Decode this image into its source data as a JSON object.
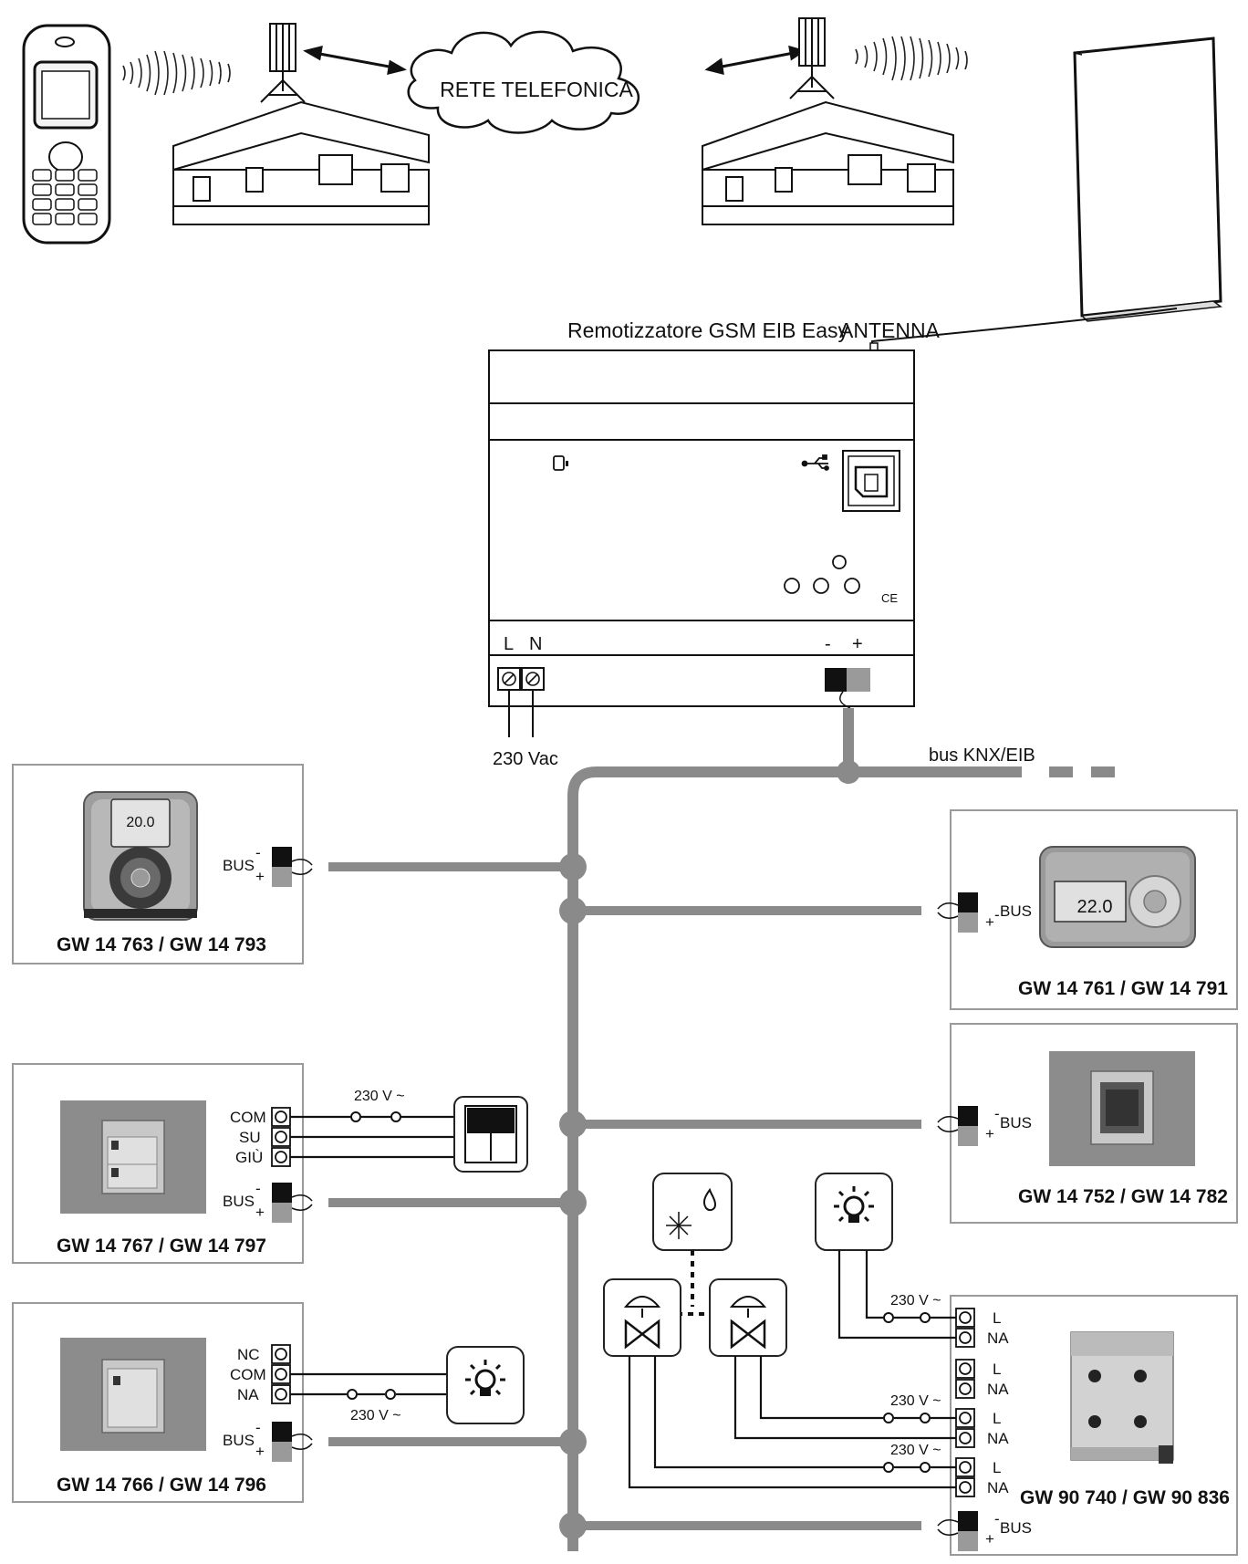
{
  "network": {
    "cloud_label": "RETE TELEFONICA"
  },
  "gateway": {
    "title": "Remotizzatore GSM EIB Easy",
    "antenna_label": "ANTENNA",
    "terminal_l": "L",
    "terminal_n": "N",
    "bus_minus": "-",
    "bus_plus": "+",
    "supply_label": "230 Vac",
    "ce_mark": "CE"
  },
  "bus_line": {
    "label": "bus KNX/EIB"
  },
  "devices": {
    "left_1": {
      "model": "GW 14 763 / GW 14 793",
      "bus_label": "BUS",
      "minus": "-",
      "plus": "+",
      "display": "20.0"
    },
    "left_2": {
      "model": "GW 14 767 / GW 14 797",
      "bus_label": "BUS",
      "minus": "-",
      "plus": "+",
      "terminals": [
        "COM",
        "SU",
        "GIÙ"
      ],
      "voltage": "230 V ~"
    },
    "left_3": {
      "model": "GW 14 766 / GW 14 796",
      "bus_label": "BUS",
      "minus": "-",
      "plus": "+",
      "terminals": [
        "NC",
        "COM",
        "NA"
      ],
      "voltage": "230 V ~"
    },
    "right_1": {
      "model": "GW 14 761 / GW 14 791",
      "bus_label": "BUS",
      "minus": "-",
      "plus": "+",
      "display": "22.0"
    },
    "right_2": {
      "model": "GW 14 752 / GW 14 782",
      "bus_label": "BUS",
      "minus": "-",
      "plus": "+"
    },
    "actuator": {
      "model": "GW 90 740 / GW 90 836",
      "bus_label": "BUS",
      "minus": "-",
      "plus": "+",
      "channels": [
        {
          "l": "L",
          "na": "NA",
          "voltage": "230 V ~"
        },
        {
          "l": "L",
          "na": "NA",
          "voltage": ""
        },
        {
          "l": "L",
          "na": "NA",
          "voltage": "230 V ~"
        },
        {
          "l": "L",
          "na": "NA",
          "voltage": "230 V ~"
        }
      ]
    }
  },
  "colors": {
    "bus": "#8a8a8a",
    "wire": "#111111",
    "frame": "#9a9a9a",
    "device_grey": "#8c8c8c"
  }
}
